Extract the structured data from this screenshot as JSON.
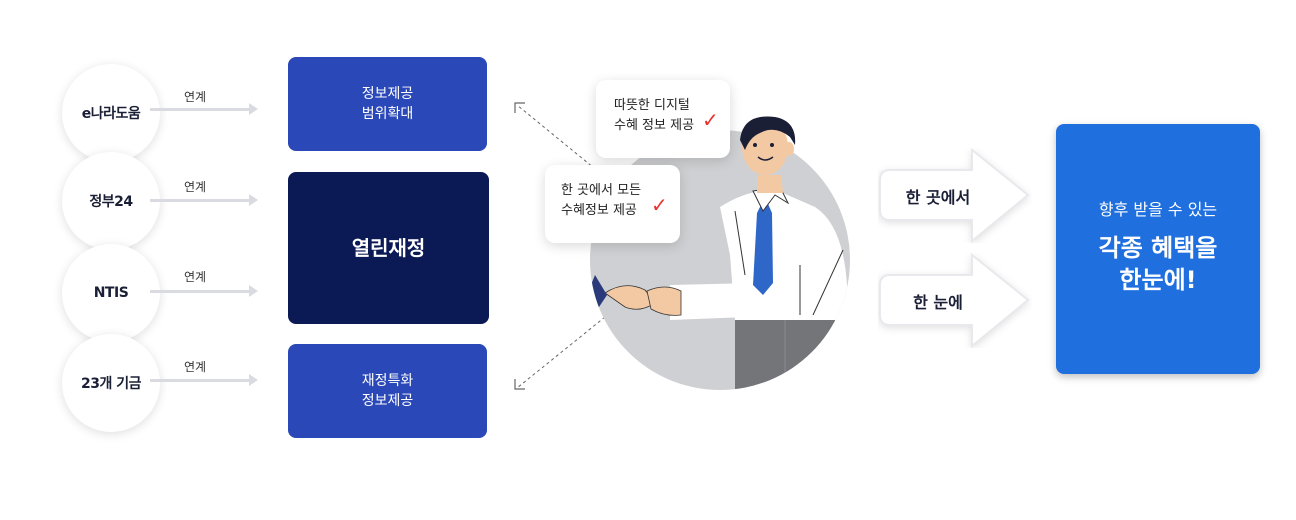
{
  "sources": [
    {
      "label": "e나라도움",
      "link": "연계"
    },
    {
      "label": "정부24",
      "link": "연계"
    },
    {
      "label": "NTIS",
      "link": "연계"
    },
    {
      "label": "23개 기금",
      "link": "연계"
    }
  ],
  "boxes": {
    "top": "정보제공\n범위확대",
    "center": "열린재정",
    "bottom": "재정특화\n정보제공"
  },
  "bubbles": {
    "one": "따뜻한 디지털\n수혜 정보 제공",
    "two": "한 곳에서 모든\n수혜정보 제공"
  },
  "arrows": {
    "first": "한 곳에서",
    "second": "한 눈에"
  },
  "result": {
    "sub": "향후 받을 수 있는",
    "main": "각종 혜택을\n한눈에!"
  },
  "colors": {
    "box_blue": "#2a48b7",
    "box_dark": "#0b1a55",
    "result_blue": "#1f6fde",
    "check_red": "#e8322f"
  },
  "icons": {
    "check": "check-icon",
    "figure": "businessman-handshake-illustration"
  }
}
